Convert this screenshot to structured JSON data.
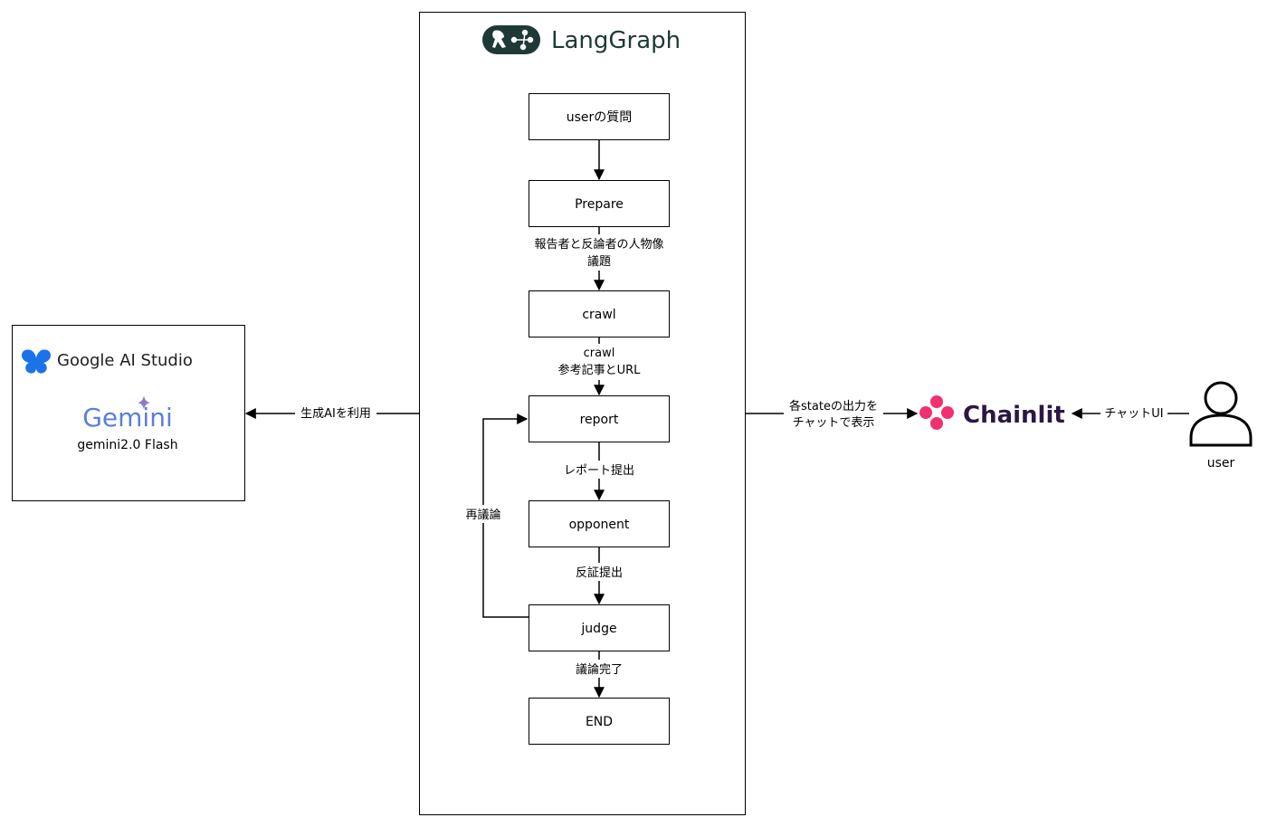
{
  "langgraph": {
    "logo_text": "LangGraph",
    "brand_color": "#1f3a36"
  },
  "nodes": {
    "user_question": "userの質問",
    "prepare": "Prepare",
    "crawl": "crawl",
    "report": "report",
    "opponent": "opponent",
    "judge": "judge",
    "end": "END"
  },
  "edges": {
    "prepare_to_crawl_line1": "報告者と反論者の人物像",
    "prepare_to_crawl_line2": "議題",
    "crawl_to_report_line1": "crawl",
    "crawl_to_report_line2": "参考記事とURL",
    "report_to_opponent": "レポート提出",
    "opponent_to_judge": "反証提出",
    "judge_to_report": "再議論",
    "judge_to_end": "議論完了",
    "langgraph_to_google": "生成AIを利用",
    "langgraph_to_chainlit_line1": "各stateの出力を",
    "langgraph_to_chainlit_line2": "チャットで表示",
    "user_to_chainlit": "チャットUI"
  },
  "google_box": {
    "studio_label": "Google AI Studio",
    "gemini_label": "Gemini",
    "model_label": "gemini2.0 Flash",
    "studio_icon_color": "#1a73e8",
    "gemini_color": "#4285f4",
    "gemini_accent": "#c26dbc"
  },
  "chainlit": {
    "label": "Chainlit",
    "text_color": "#2b1744",
    "icon_color": "#f0306f"
  },
  "user_actor": {
    "label": "user",
    "icon": "person-icon"
  }
}
